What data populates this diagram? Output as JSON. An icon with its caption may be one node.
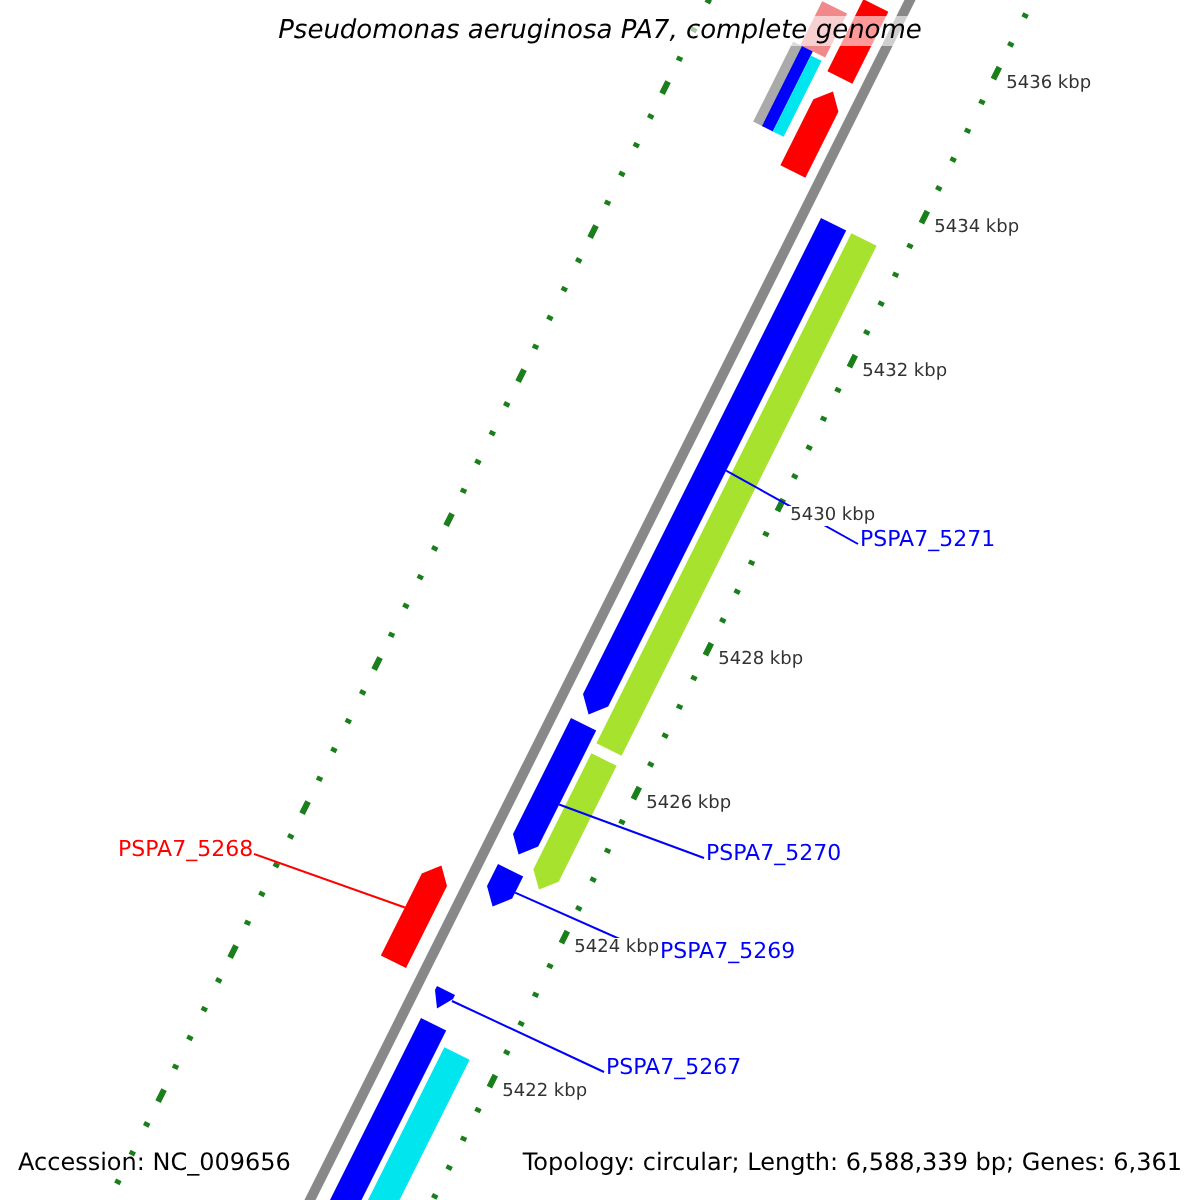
{
  "diagram": {
    "title": "Pseudomonas aeruginosa PA7, complete genome",
    "nodes": [
      {
        "text": [
          "PSPA7_5271"
        ]
      },
      {
        "text": [],
        "shape": "bar"
      },
      {
        "text": [
          "PSPA7_5270"
        ]
      },
      {
        "text": [],
        "shape": "bar"
      },
      {
        "text": [
          "PSPA7_5269"
        ]
      },
      {
        "text": [],
        "shape": "bar"
      },
      {
        "text": [
          "PSPA7_5267"
        ]
      },
      {
        "text": [],
        "shape": "bar"
      },
      {
        "text": [
          "PSPA7_5268"
        ]
      },
      {
        "text": [],
        "shape": "bar"
      }
    ],
    "edges": [
      {
        "from": 0,
        "to": 1,
        "arrow": "none"
      },
      {
        "from": 2,
        "to": 3,
        "arrow": "none"
      },
      {
        "from": 4,
        "to": 5,
        "arrow": "none"
      },
      {
        "from": 6,
        "to": 7,
        "arrow": "none"
      },
      {
        "from": 8,
        "to": 9,
        "arrow": "none",
        "color": "#ff0000"
      }
    ],
    "labels": [
      "5436 kbp",
      "5434 kbp",
      "5432 kbp",
      "5430 kbp",
      "5428 kbp",
      "5426 kbp",
      "5424 kbp",
      "5422 kbp",
      "Accession: NC_009656",
      "Topology: circular; Length: 6,588,339 bp; Genes: 6,361"
    ]
  }
}
